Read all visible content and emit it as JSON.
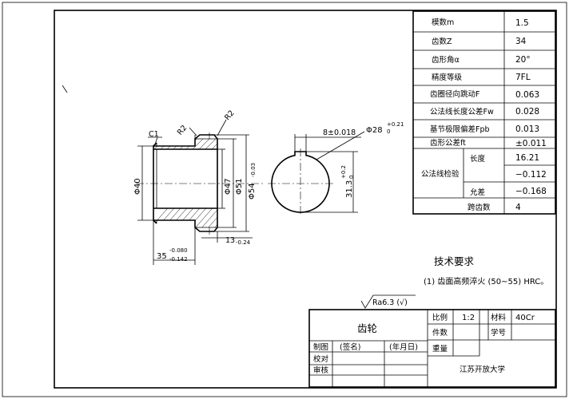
{
  "params": [
    {
      "label": "模数m",
      "value": "1.5"
    },
    {
      "label": "齿数Z",
      "value": "34"
    },
    {
      "label": "齿形角α",
      "value": "20°"
    },
    {
      "label": "精度等级",
      "value": "7FL"
    },
    {
      "label": "齿圈径向跳动F",
      "value": "0.063"
    },
    {
      "label": "公法线长度公差Fw",
      "value": "0.028"
    },
    {
      "label": "基节极限偏差Fpb",
      "value": "0.013"
    },
    {
      "label": "齿形公差ft",
      "value": "±0.011"
    }
  ],
  "gonfa": {
    "label": "公法线检验",
    "len_label": "长度",
    "len_value": "16.21",
    "dev1": "−0.112",
    "tol_label": "允差",
    "dev2": "−0.168"
  },
  "kuachi": {
    "label": "跨齿数",
    "value": "4"
  },
  "dims": {
    "c1": "C1",
    "r2a": "R2",
    "r2b": "R2",
    "d40": "Φ40",
    "d47": "Φ47",
    "d51": "Φ51",
    "d54": "Φ54",
    "d54_tol": "-0.03",
    "l13": "13",
    "l13_tol": "-0.24",
    "l35": "35",
    "l35_up": "-0.080",
    "l35_low": "-0.142",
    "key_w": "8±0.018",
    "bore": "Φ28",
    "bore_up": "+0.21",
    "bore_low": "0",
    "key_h": "31.3",
    "key_h_up": "+0.2",
    "key_h_low": "0"
  },
  "tech": {
    "title": "技术要求",
    "item1": "(1) 齿面高频淬火 (50~55) HRC。"
  },
  "roughness": {
    "text": "Ra6.3 (√)"
  },
  "title_block": {
    "part_name": "齿轮",
    "scale_label": "比例",
    "scale_value": "1:2",
    "material_label": "材料",
    "material_value": "40Cr",
    "qty_label": "件数",
    "no_label": "学号",
    "weight_label": "重量",
    "draw_label": "制图",
    "sign": "(签名)",
    "date": "(年月日)",
    "check_label": "校对",
    "review_label": "审核",
    "school": "江苏开放大学"
  }
}
